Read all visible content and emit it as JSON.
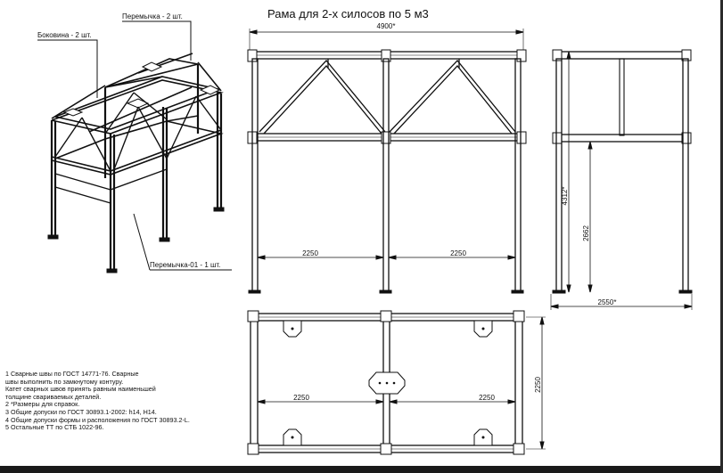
{
  "title": "Рама для 2-х силосов по 5 м3",
  "callouts": {
    "bokovina": "Боковина - 2 шт.",
    "peremychka": "Перемычка - 2 шт.",
    "peremychka01": "Перемычка-01 - 1 шт."
  },
  "dimensions": {
    "front_width": "4900*",
    "front_span_left": "2250",
    "front_span_right": "2250",
    "side_height_total": "4312*",
    "side_height_lower": "2662",
    "side_width": "2550*",
    "plan_span_left": "2250",
    "plan_span_right": "2250",
    "plan_depth": "2250"
  },
  "notes": [
    "1 Сварные швы по ГОСТ 14771-76. Сварные",
    "швы выполнить по замкнутому контуру.",
    "Катет сварных швов принять равным наименьшей",
    "толщине свариваемых деталей.",
    "2 *Размеры для справок.",
    "3 Общие допуски по ГОСТ 30893.1-2002: h14, H14.",
    "4 Общие допуски формы и расположения по ГОСТ 30893.2-L.",
    "5 Остальные ТТ по СТБ 1022-96."
  ]
}
